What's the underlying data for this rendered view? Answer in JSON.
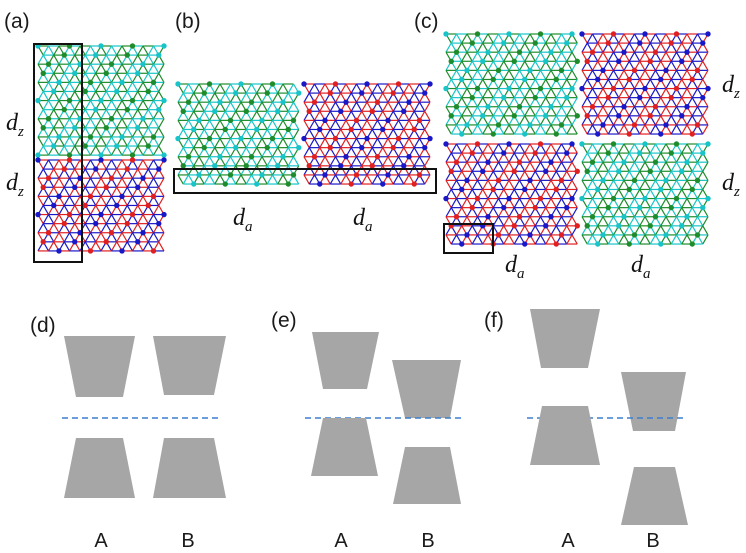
{
  "panels": {
    "a": {
      "label": "(a)"
    },
    "b": {
      "label": "(b)"
    },
    "c": {
      "label": "(c)"
    },
    "d": {
      "label": "(d)"
    },
    "e": {
      "label": "(e)"
    },
    "f": {
      "label": "(f)"
    }
  },
  "dims": {
    "dz_main": "d",
    "dz_sub": "z",
    "da_main": "d",
    "da_sub": "a"
  },
  "columns": {
    "A": "A",
    "B": "B"
  },
  "colors": {
    "green": "#1e8c2a",
    "cyan": "#18c4c8",
    "red": "#e02020",
    "blue": "#1818c8",
    "block": "#a6a6a6",
    "dashed": "#3d7fd0",
    "box": "#111111"
  }
}
